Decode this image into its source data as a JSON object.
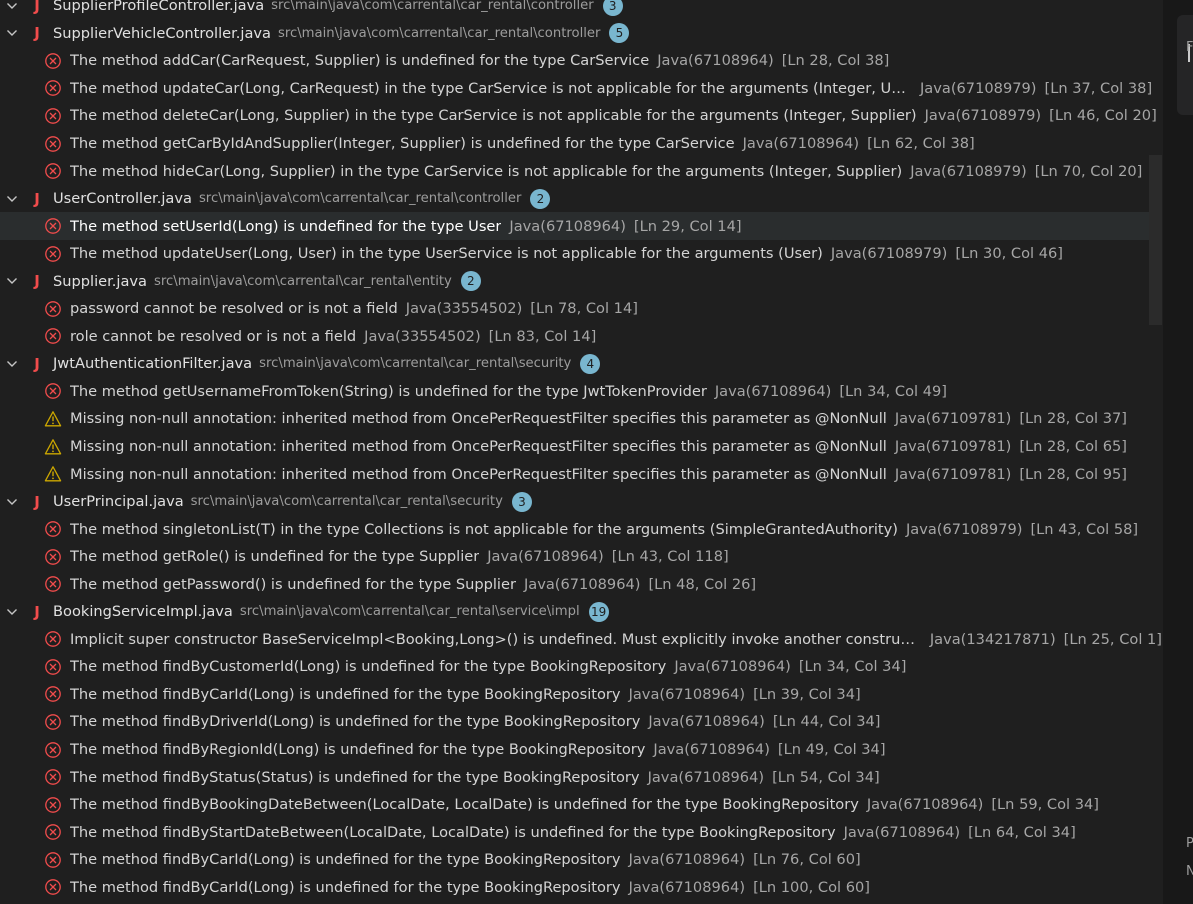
{
  "groups": [
    {
      "file": "SupplierProfileController.java",
      "path": "src\\main\\java\\com\\carrental\\car_rental\\controller",
      "count": "3",
      "problems": []
    },
    {
      "file": "SupplierVehicleController.java",
      "path": "src\\main\\java\\com\\carrental\\car_rental\\controller",
      "count": "5",
      "problems": [
        {
          "severity": "error",
          "message": "The method addCar(CarRequest, Supplier) is undefined for the type CarService",
          "source": "Java(67108964)",
          "location": "[Ln 28, Col 38]"
        },
        {
          "severity": "error",
          "message": "The method updateCar(Long, CarRequest) in the type CarService is not applicable for the arguments (Integer, Updat...",
          "source": "Java(67108979)",
          "location": "[Ln 37, Col 38]",
          "truncated": true
        },
        {
          "severity": "error",
          "message": "The method deleteCar(Long, Supplier) in the type CarService is not applicable for the arguments (Integer, Supplier)",
          "source": "Java(67108979)",
          "location": "[Ln 46, Col 20]"
        },
        {
          "severity": "error",
          "message": "The method getCarByIdAndSupplier(Integer, Supplier) is undefined for the type CarService",
          "source": "Java(67108964)",
          "location": "[Ln 62, Col 38]"
        },
        {
          "severity": "error",
          "message": "The method hideCar(Long, Supplier) in the type CarService is not applicable for the arguments (Integer, Supplier)",
          "source": "Java(67108979)",
          "location": "[Ln 70, Col 20]"
        }
      ]
    },
    {
      "file": "UserController.java",
      "path": "src\\main\\java\\com\\carrental\\car_rental\\controller",
      "count": "2",
      "problems": [
        {
          "severity": "error",
          "message": "The method setUserId(Long) is undefined for the type User",
          "source": "Java(67108964)",
          "location": "[Ln 29, Col 14]",
          "selected": true
        },
        {
          "severity": "error",
          "message": "The method updateUser(Long, User) in the type UserService is not applicable for the arguments (User)",
          "source": "Java(67108979)",
          "location": "[Ln 30, Col 46]"
        }
      ]
    },
    {
      "file": "Supplier.java",
      "path": "src\\main\\java\\com\\carrental\\car_rental\\entity",
      "count": "2",
      "problems": [
        {
          "severity": "error",
          "message": "password cannot be resolved or is not a field",
          "source": "Java(33554502)",
          "location": "[Ln 78, Col 14]"
        },
        {
          "severity": "error",
          "message": "role cannot be resolved or is not a field",
          "source": "Java(33554502)",
          "location": "[Ln 83, Col 14]"
        }
      ]
    },
    {
      "file": "JwtAuthenticationFilter.java",
      "path": "src\\main\\java\\com\\carrental\\car_rental\\security",
      "count": "4",
      "problems": [
        {
          "severity": "error",
          "message": "The method getUsernameFromToken(String) is undefined for the type JwtTokenProvider",
          "source": "Java(67108964)",
          "location": "[Ln 34, Col 49]"
        },
        {
          "severity": "warning",
          "message": "Missing non-null annotation: inherited method from OncePerRequestFilter specifies this parameter as @NonNull",
          "source": "Java(67109781)",
          "location": "[Ln 28, Col 37]"
        },
        {
          "severity": "warning",
          "message": "Missing non-null annotation: inherited method from OncePerRequestFilter specifies this parameter as @NonNull",
          "source": "Java(67109781)",
          "location": "[Ln 28, Col 65]"
        },
        {
          "severity": "warning",
          "message": "Missing non-null annotation: inherited method from OncePerRequestFilter specifies this parameter as @NonNull",
          "source": "Java(67109781)",
          "location": "[Ln 28, Col 95]"
        }
      ]
    },
    {
      "file": "UserPrincipal.java",
      "path": "src\\main\\java\\com\\carrental\\car_rental\\security",
      "count": "3",
      "problems": [
        {
          "severity": "error",
          "message": "The method singletonList(T) in the type Collections is not applicable for the arguments (SimpleGrantedAuthority)",
          "source": "Java(67108979)",
          "location": "[Ln 43, Col 58]"
        },
        {
          "severity": "error",
          "message": "The method getRole() is undefined for the type Supplier",
          "source": "Java(67108964)",
          "location": "[Ln 43, Col 118]"
        },
        {
          "severity": "error",
          "message": "The method getPassword() is undefined for the type Supplier",
          "source": "Java(67108964)",
          "location": "[Ln 48, Col 26]"
        }
      ]
    },
    {
      "file": "BookingServiceImpl.java",
      "path": "src\\main\\java\\com\\carrental\\car_rental\\service\\impl",
      "count": "19",
      "problems": [
        {
          "severity": "error",
          "message": "Implicit super constructor BaseServiceImpl<Booking,Long>() is undefined. Must explicitly invoke another constructor",
          "source": "Java(134217871)",
          "location": "[Ln 25, Col 1]"
        },
        {
          "severity": "error",
          "message": "The method findByCustomerId(Long) is undefined for the type BookingRepository",
          "source": "Java(67108964)",
          "location": "[Ln 34, Col 34]"
        },
        {
          "severity": "error",
          "message": "The method findByCarId(Long) is undefined for the type BookingRepository",
          "source": "Java(67108964)",
          "location": "[Ln 39, Col 34]"
        },
        {
          "severity": "error",
          "message": "The method findByDriverId(Long) is undefined for the type BookingRepository",
          "source": "Java(67108964)",
          "location": "[Ln 44, Col 34]"
        },
        {
          "severity": "error",
          "message": "The method findByRegionId(Long) is undefined for the type BookingRepository",
          "source": "Java(67108964)",
          "location": "[Ln 49, Col 34]"
        },
        {
          "severity": "error",
          "message": "The method findByStatus(Status) is undefined for the type BookingRepository",
          "source": "Java(67108964)",
          "location": "[Ln 54, Col 34]"
        },
        {
          "severity": "error",
          "message": "The method findByBookingDateBetween(LocalDate, LocalDate) is undefined for the type BookingRepository",
          "source": "Java(67108964)",
          "location": "[Ln 59, Col 34]"
        },
        {
          "severity": "error",
          "message": "The method findByStartDateBetween(LocalDate, LocalDate) is undefined for the type BookingRepository",
          "source": "Java(67108964)",
          "location": "[Ln 64, Col 34]"
        },
        {
          "severity": "error",
          "message": "The method findByCarId(Long) is undefined for the type BookingRepository",
          "source": "Java(67108964)",
          "location": "[Ln 76, Col 60]"
        },
        {
          "severity": "error",
          "message": "The method findByCarId(Long) is undefined for the type BookingRepository",
          "source": "Java(67108964)",
          "location": "[Ln 100, Col 60]"
        }
      ]
    }
  ],
  "side_panel": {
    "top_letter": "F",
    "bottom_letter_1": "P",
    "bottom_letter_2": "N"
  },
  "colors": {
    "error": "#f14c4c",
    "warning": "#cca700",
    "badge": "#79b6cf",
    "background": "#1f1f1f"
  },
  "icons": {
    "expand": "chevron-down-icon",
    "file": "java-file-icon",
    "error": "error-circle-icon",
    "warning": "warning-triangle-icon"
  }
}
